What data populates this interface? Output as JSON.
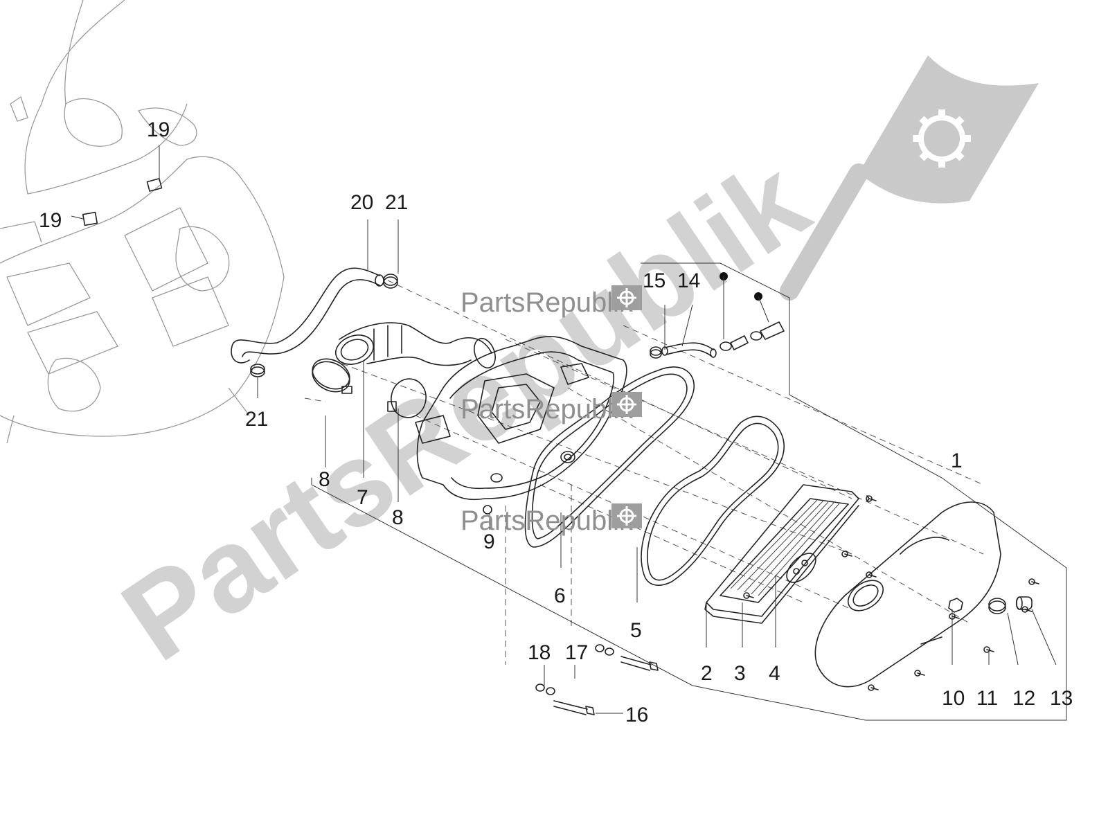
{
  "watermark": {
    "brand_large": "PartsRepublik",
    "brand_small": "PartsRepublik",
    "logo_icon": "gear-flag-icon"
  },
  "callouts": [
    {
      "id": "1",
      "label": "1"
    },
    {
      "id": "2",
      "label": "2"
    },
    {
      "id": "3",
      "label": "3"
    },
    {
      "id": "4",
      "label": "4"
    },
    {
      "id": "5",
      "label": "5"
    },
    {
      "id": "6",
      "label": "6"
    },
    {
      "id": "7",
      "label": "7"
    },
    {
      "id": "8a",
      "label": "8"
    },
    {
      "id": "8b",
      "label": "8"
    },
    {
      "id": "9",
      "label": "9"
    },
    {
      "id": "10",
      "label": "10"
    },
    {
      "id": "11",
      "label": "11"
    },
    {
      "id": "12",
      "label": "12"
    },
    {
      "id": "13",
      "label": "13"
    },
    {
      "id": "14",
      "label": "14"
    },
    {
      "id": "15",
      "label": "15"
    },
    {
      "id": "16",
      "label": "16"
    },
    {
      "id": "17",
      "label": "17"
    },
    {
      "id": "18",
      "label": "18"
    },
    {
      "id": "19a",
      "label": "19"
    },
    {
      "id": "19b",
      "label": "19"
    },
    {
      "id": "20",
      "label": "20"
    },
    {
      "id": "21a",
      "label": "21"
    },
    {
      "id": "21b",
      "label": "21"
    }
  ]
}
